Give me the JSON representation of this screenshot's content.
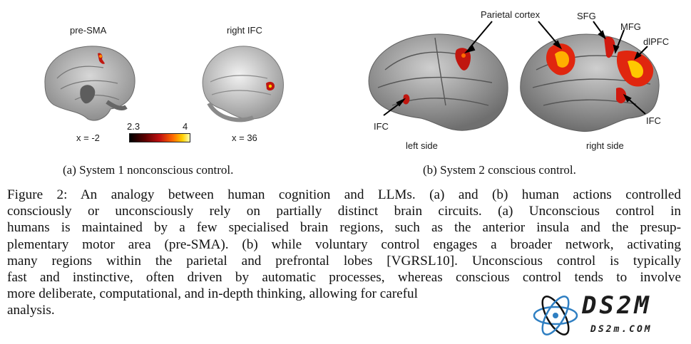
{
  "panel_a": {
    "label_sagittal": "pre-SMA",
    "label_lateral": "right IFC",
    "coord_left": "x = -2",
    "coord_right": "x = 36",
    "colorbar_min": "2.3",
    "colorbar_max": "4",
    "subcaption": "(a) System 1 nonconscious control."
  },
  "panel_b": {
    "label_parietal": "Parietal cortex",
    "label_sfg": "SFG",
    "label_mfg": "MFG",
    "label_dlpfc": "dlPFC",
    "label_ifc_left": "IFC",
    "label_ifc_right": "IFC",
    "label_left_side": "left side",
    "label_right_side": "right side",
    "subcaption": "(b) System 2 conscious control."
  },
  "caption_lines": [
    "Figure 2: An analogy between human cognition and LLMs. (a) and (b) human actions controlled",
    "consciously or unconsciously rely on partially distinct brain circuits. (a) Unconscious control in",
    "humans is maintained by a few specialised brain regions, such as the anterior insula and the presup-",
    "plementary motor area (pre-SMA). (b) while voluntary control engages a broader network, activating",
    "many regions within the parietal and prefrontal lobes [VGRSL10]. Unconscious control is typically",
    "fast and instinctive, often driven by automatic processes, whereas conscious control tends to involve",
    "more deliberate, computational, and in-depth thinking, allowing for careful",
    "analysis."
  ],
  "watermark": {
    "logo_text": "DS2M",
    "site_text": "DS2m.COM"
  }
}
